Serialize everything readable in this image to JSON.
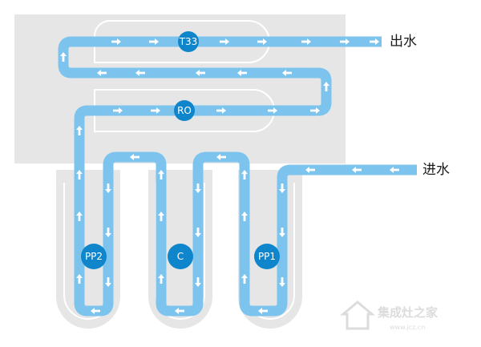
{
  "labels": {
    "outlet": "出水",
    "inlet": "进水"
  },
  "filters": [
    {
      "id": "t33",
      "label": "T33"
    },
    {
      "id": "ro",
      "label": "RO"
    },
    {
      "id": "pp2",
      "label": "PP2"
    },
    {
      "id": "c",
      "label": "C"
    },
    {
      "id": "pp1",
      "label": "PP1"
    }
  ],
  "watermark": {
    "brand": "集成灶之家",
    "site": "www.jcz.cn"
  },
  "colors": {
    "housing": "#e6e6e6",
    "housing_line": "#ffffff",
    "pipe": "#7cc4ee",
    "node": "#0f86cc",
    "arrow": "#ffffff"
  }
}
